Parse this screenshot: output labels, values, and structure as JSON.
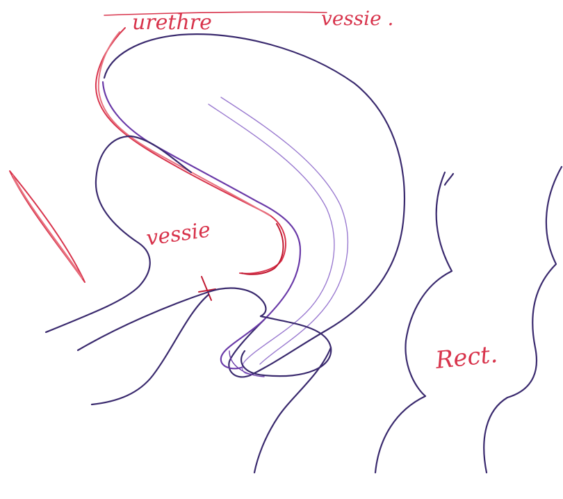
{
  "labels": {
    "urethra_top": "urethre",
    "vessie_top": "vessie .",
    "vessie_mid": "vessie",
    "rectum": "Rect."
  },
  "colors": {
    "outline_dark": "#3a2a6e",
    "outline_purple": "#6a3aa8",
    "outline_light": "#9a7ad0",
    "ink_red": "#d8344c",
    "ink_red_light": "#e8707e",
    "paper": "#ffffff"
  }
}
